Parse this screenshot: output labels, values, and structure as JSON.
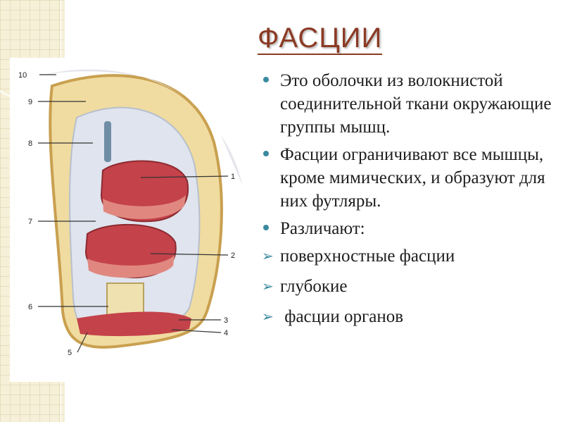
{
  "slide": {
    "title": "ФАСЦИИ",
    "bullets": [
      "Это оболочки из волокнистой соединительной ткани окружающие группы мышц.",
      "Фасции ограничивают все мышцы, кроме мимических, и образуют для них футляры.",
      "Различают:"
    ],
    "sub_bullets": [
      "поверхностные фасции",
      "глубокие",
      " фасции органов"
    ]
  },
  "figure": {
    "labels": [
      "10",
      "9",
      "8",
      "1",
      "7",
      "2",
      "6",
      "3",
      "4",
      "5"
    ]
  }
}
